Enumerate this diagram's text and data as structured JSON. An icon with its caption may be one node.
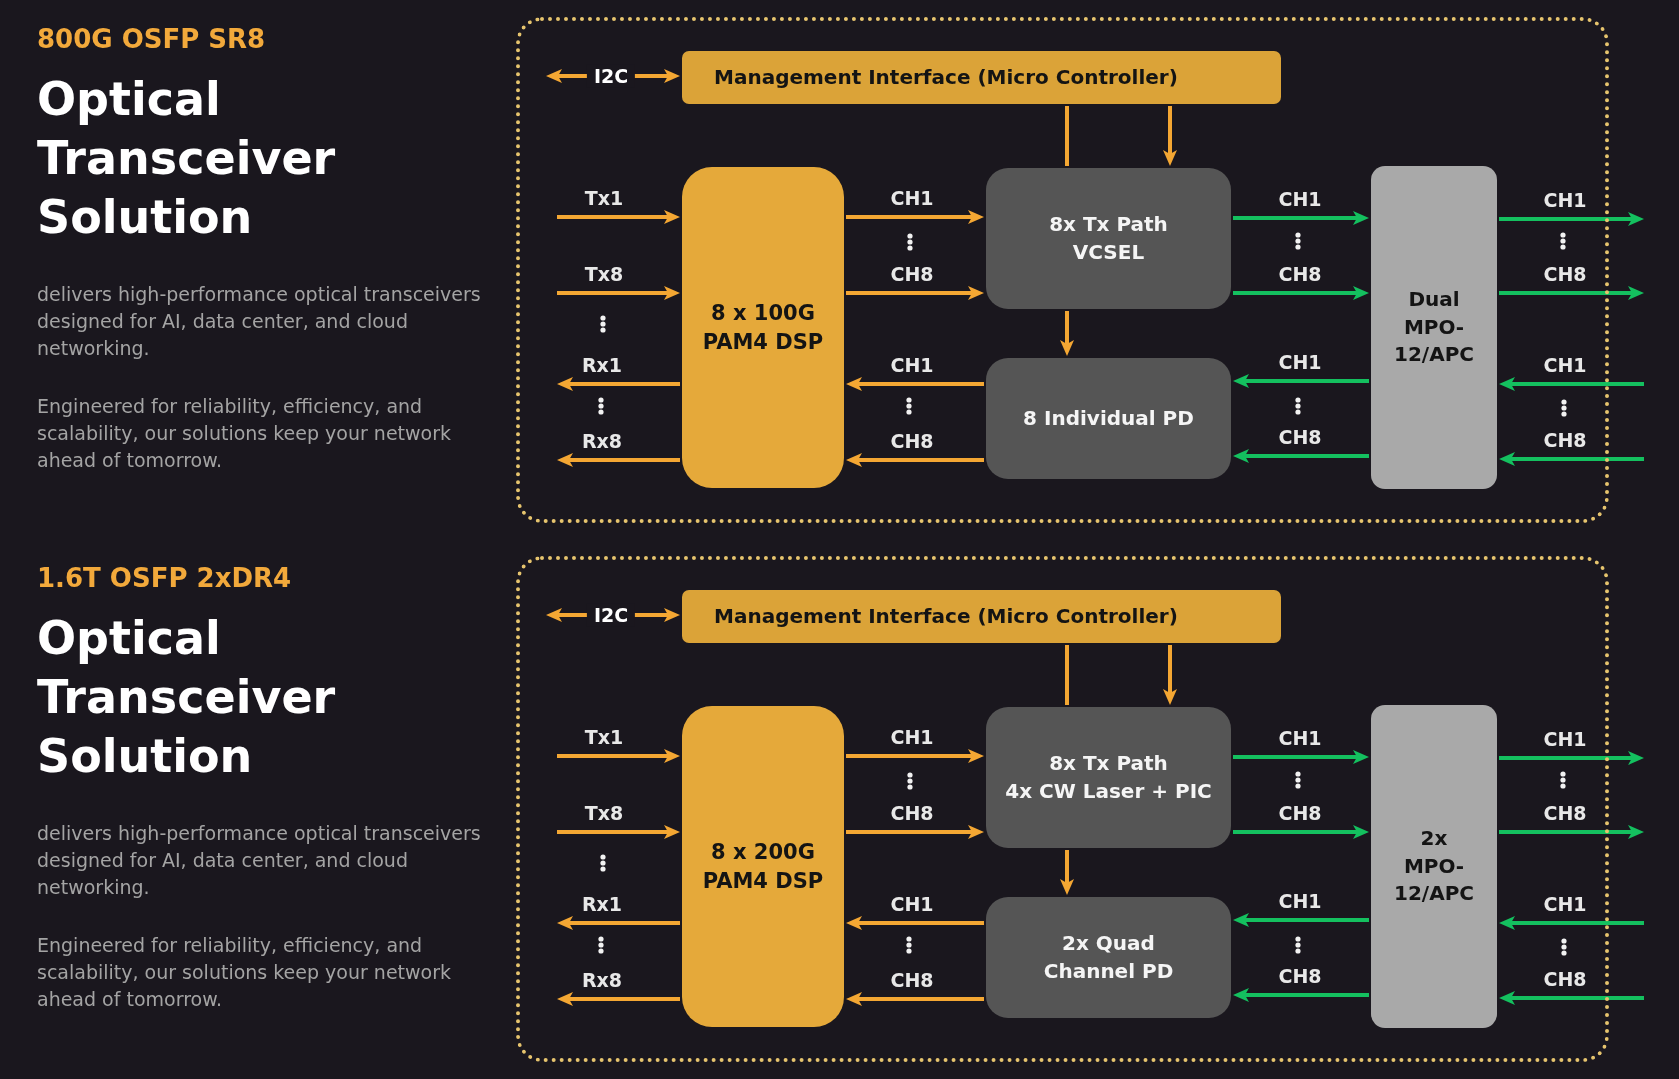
{
  "diagram": {
    "nodes": [
      {
        "text": [],
        "shape": "box"
      },
      {
        "text": [
          "Management Interface (Micro Controller)"
        ],
        "in": 0
      },
      {
        "text": [
          "8 x 100G PAM4 DSP"
        ],
        "in": 0
      },
      {
        "text": [
          "8x Tx Path",
          "VCSEL"
        ],
        "in": 0
      },
      {
        "text": [
          "8 Individual PD"
        ],
        "in": 0
      },
      {
        "text": [
          "Dual MPO-12/APC"
        ],
        "in": 0
      },
      {
        "text": [],
        "shape": "box"
      },
      {
        "text": [
          "Management Interface (Micro Controller)"
        ],
        "in": 6
      },
      {
        "text": [
          "8 x 200G PAM4 DSP"
        ],
        "in": 6
      },
      {
        "text": [
          "8x Tx Path",
          "4x CW Laser + PIC"
        ],
        "in": 6
      },
      {
        "text": [
          "2x Quad Channel PD"
        ],
        "in": 6
      },
      {
        "text": [
          "2x MPO-12/APC"
        ],
        "in": 6
      }
    ],
    "edges": [
      {
        "from": null,
        "to": 1,
        "arrow": "both",
        "label": "I2C"
      },
      {
        "from": 1,
        "to": 3,
        "arrow": "none"
      },
      {
        "from": 1,
        "to": 3,
        "arrow": "to"
      },
      {
        "from": 3,
        "to": 4,
        "arrow": "to"
      },
      {
        "from": null,
        "to": 2,
        "arrow": "to",
        "label": "Tx1"
      },
      {
        "from": null,
        "to": 2,
        "arrow": "to",
        "label": "Tx8"
      },
      {
        "from": 2,
        "to": null,
        "arrow": "to",
        "label": "Rx1"
      },
      {
        "from": 2,
        "to": null,
        "arrow": "to",
        "label": "Rx8"
      },
      {
        "from": 2,
        "to": 3,
        "arrow": "to",
        "label": "CH1"
      },
      {
        "from": 2,
        "to": 3,
        "arrow": "to",
        "label": "CH8"
      },
      {
        "from": 4,
        "to": 2,
        "arrow": "to",
        "label": "CH1"
      },
      {
        "from": 4,
        "to": 2,
        "arrow": "to",
        "label": "CH8"
      },
      {
        "from": 3,
        "to": 5,
        "arrow": "to",
        "label": "CH1",
        "color": "#14c05f"
      },
      {
        "from": 3,
        "to": 5,
        "arrow": "to",
        "label": "CH8",
        "color": "#14c05f"
      },
      {
        "from": 5,
        "to": 4,
        "arrow": "to",
        "label": "CH1",
        "color": "#14c05f"
      },
      {
        "from": 5,
        "to": 4,
        "arrow": "to",
        "label": "CH8",
        "color": "#14c05f"
      },
      {
        "from": 5,
        "to": null,
        "arrow": "to",
        "label": "CH1",
        "color": "#14c05f"
      },
      {
        "from": 5,
        "to": null,
        "arrow": "to",
        "label": "CH8",
        "color": "#14c05f"
      },
      {
        "from": null,
        "to": 5,
        "arrow": "to",
        "label": "CH1",
        "color": "#14c05f"
      },
      {
        "from": null,
        "to": 5,
        "arrow": "to",
        "label": "CH8",
        "color": "#14c05f"
      },
      {
        "from": null,
        "to": 7,
        "arrow": "both",
        "label": "I2C"
      },
      {
        "from": 7,
        "to": 9,
        "arrow": "none"
      },
      {
        "from": 7,
        "to": 9,
        "arrow": "to"
      },
      {
        "from": 9,
        "to": 10,
        "arrow": "to"
      },
      {
        "from": null,
        "to": 8,
        "arrow": "to",
        "label": "Tx1"
      },
      {
        "from": null,
        "to": 8,
        "arrow": "to",
        "label": "Tx8"
      },
      {
        "from": 8,
        "to": null,
        "arrow": "to",
        "label": "Rx1"
      },
      {
        "from": 8,
        "to": null,
        "arrow": "to",
        "label": "Rx8"
      },
      {
        "from": 8,
        "to": 9,
        "arrow": "to",
        "label": "CH1"
      },
      {
        "from": 8,
        "to": 9,
        "arrow": "to",
        "label": "CH8"
      },
      {
        "from": 10,
        "to": 8,
        "arrow": "to",
        "label": "CH1"
      },
      {
        "from": 10,
        "to": 8,
        "arrow": "to",
        "label": "CH8"
      },
      {
        "from": 9,
        "to": 11,
        "arrow": "to",
        "label": "CH1",
        "color": "#14c05f"
      },
      {
        "from": 9,
        "to": 11,
        "arrow": "to",
        "label": "CH8",
        "color": "#14c05f"
      },
      {
        "from": 11,
        "to": 10,
        "arrow": "to",
        "label": "CH1",
        "color": "#14c05f"
      },
      {
        "from": 11,
        "to": 10,
        "arrow": "to",
        "label": "CH8",
        "color": "#14c05f"
      },
      {
        "from": 11,
        "to": null,
        "arrow": "to",
        "label": "CH1",
        "color": "#14c05f"
      },
      {
        "from": 11,
        "to": null,
        "arrow": "to",
        "label": "CH8",
        "color": "#14c05f"
      },
      {
        "from": null,
        "to": 11,
        "arrow": "to",
        "label": "CH1",
        "color": "#14c05f"
      },
      {
        "from": null,
        "to": 11,
        "arrow": "to",
        "label": "CH8",
        "color": "#14c05f"
      }
    ],
    "labels": [
      "800G OSFP SR8",
      "Optical Transceiver Solution",
      "delivers high-performance optical transceivers designed for AI, data center, and cloud networking.",
      "Engineered for reliability, efficiency, and scalability, our solutions keep your network ahead of tomorrow.",
      "1.6T OSFP 2xDR4",
      "Optical Transceiver Solution",
      "delivers high-performance optical transceivers designed for AI, data center, and cloud networking.",
      "Engineered for reliability, efficiency, and scalability, our solutions keep your network ahead of tomorrow."
    ]
  }
}
